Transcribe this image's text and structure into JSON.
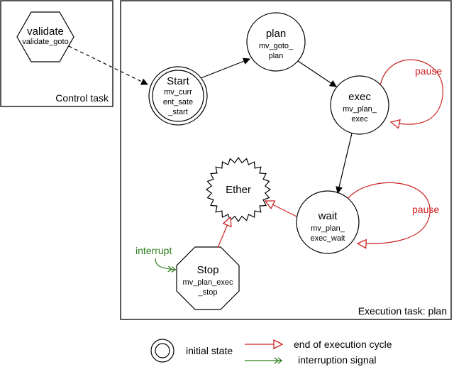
{
  "control_task": {
    "title": "Control task",
    "validate": {
      "name": "validate",
      "function": "validate_goto"
    }
  },
  "execution_task": {
    "title": "Execution task: plan",
    "states": {
      "start": {
        "name": "Start",
        "lines": [
          "mv_curr",
          "ent_sate",
          "_start"
        ]
      },
      "plan": {
        "name": "plan",
        "lines": [
          "mv_goto_",
          "plan"
        ]
      },
      "exec": {
        "name": "exec",
        "lines": [
          "mv_plan_",
          "exec"
        ]
      },
      "wait": {
        "name": "wait",
        "lines": [
          "mv_plan_",
          "exec_wait"
        ]
      },
      "ether": {
        "name": "Ether"
      },
      "stop": {
        "name": "Stop",
        "lines": [
          "mv_plan_exec",
          "_stop"
        ]
      }
    },
    "labels": {
      "pause_exec": "pause",
      "pause_wait": "pause",
      "interrupt": "interrupt"
    }
  },
  "legend": {
    "initial_state": "initial state",
    "end_of_cycle": "end of execution cycle",
    "interruption": "interruption signal"
  },
  "colors": {
    "red": "#cc2222",
    "green": "#2e7d1e",
    "stroke": "#000000"
  }
}
